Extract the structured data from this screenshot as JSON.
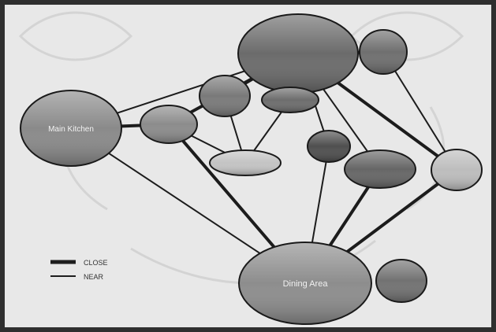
{
  "diagram": {
    "legend": [
      {
        "label": "CLOSE",
        "style": "thick"
      },
      {
        "label": "NEAR",
        "style": "thin"
      }
    ],
    "nodes": [
      {
        "id": "top-large",
        "label": "",
        "fill": "#6b6b6b"
      },
      {
        "id": "top-right",
        "label": "",
        "fill": "#6f6f6f"
      },
      {
        "id": "main-kitchen",
        "label": "Main Kitchen",
        "fill": "#8a8a8a"
      },
      {
        "id": "mid-left",
        "label": "",
        "fill": "#8c8c8c"
      },
      {
        "id": "center-upper",
        "label": "",
        "fill": "#7a7a7a"
      },
      {
        "id": "center-small",
        "label": "",
        "fill": "#6d6d6d"
      },
      {
        "id": "light-center",
        "label": "",
        "fill": "#c4c4c4"
      },
      {
        "id": "dark-small",
        "label": "",
        "fill": "#4f4f4f"
      },
      {
        "id": "right-mid",
        "label": "",
        "fill": "#666666"
      },
      {
        "id": "right-light",
        "label": "",
        "fill": "#bdbdbd"
      },
      {
        "id": "dining-area",
        "label": "Dining Area",
        "fill": "#8d8d8d"
      },
      {
        "id": "bottom-right",
        "label": "",
        "fill": "#727272"
      }
    ],
    "edges": [
      {
        "from": "main-kitchen",
        "to": "top-large",
        "weight": "near"
      },
      {
        "from": "main-kitchen",
        "to": "mid-left",
        "weight": "close"
      },
      {
        "from": "main-kitchen",
        "to": "dining-area",
        "weight": "near"
      },
      {
        "from": "mid-left",
        "to": "top-large",
        "weight": "close"
      },
      {
        "from": "mid-left",
        "to": "light-center",
        "weight": "near"
      },
      {
        "from": "mid-left",
        "to": "dining-area",
        "weight": "close"
      },
      {
        "from": "top-large",
        "to": "center-upper",
        "weight": "near"
      },
      {
        "from": "top-large",
        "to": "center-small",
        "weight": "near"
      },
      {
        "from": "top-large",
        "to": "dark-small",
        "weight": "near"
      },
      {
        "from": "top-large",
        "to": "right-mid",
        "weight": "near"
      },
      {
        "from": "top-large",
        "to": "right-light",
        "weight": "close"
      },
      {
        "from": "top-large",
        "to": "top-right",
        "weight": "close"
      },
      {
        "from": "center-upper",
        "to": "light-center",
        "weight": "near"
      },
      {
        "from": "center-small",
        "to": "light-center",
        "weight": "near"
      },
      {
        "from": "dark-small",
        "to": "dining-area",
        "weight": "near"
      },
      {
        "from": "right-mid",
        "to": "dining-area",
        "weight": "close"
      },
      {
        "from": "right-light",
        "to": "dining-area",
        "weight": "close"
      },
      {
        "from": "top-right",
        "to": "right-light",
        "weight": "near"
      }
    ]
  }
}
